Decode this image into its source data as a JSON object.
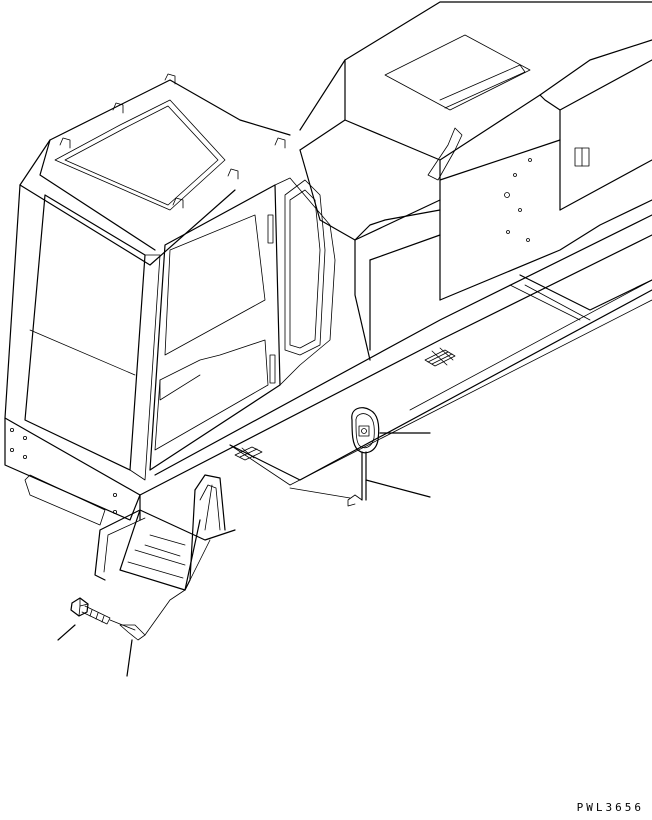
{
  "drawing": {
    "figure_id": "PWL3656",
    "line_color": "#000000",
    "background_color": "#ffffff",
    "parts": [
      "cab",
      "cab-door",
      "upper-structure-cover",
      "walkway-platform",
      "step-ladder",
      "handrail",
      "rear-view-mirror",
      "mirror-stay",
      "mounting-bracket",
      "bolt"
    ],
    "leader_lines": [
      "mirror-leader",
      "stay-leader",
      "bolt-leader",
      "bracket-leader"
    ]
  }
}
